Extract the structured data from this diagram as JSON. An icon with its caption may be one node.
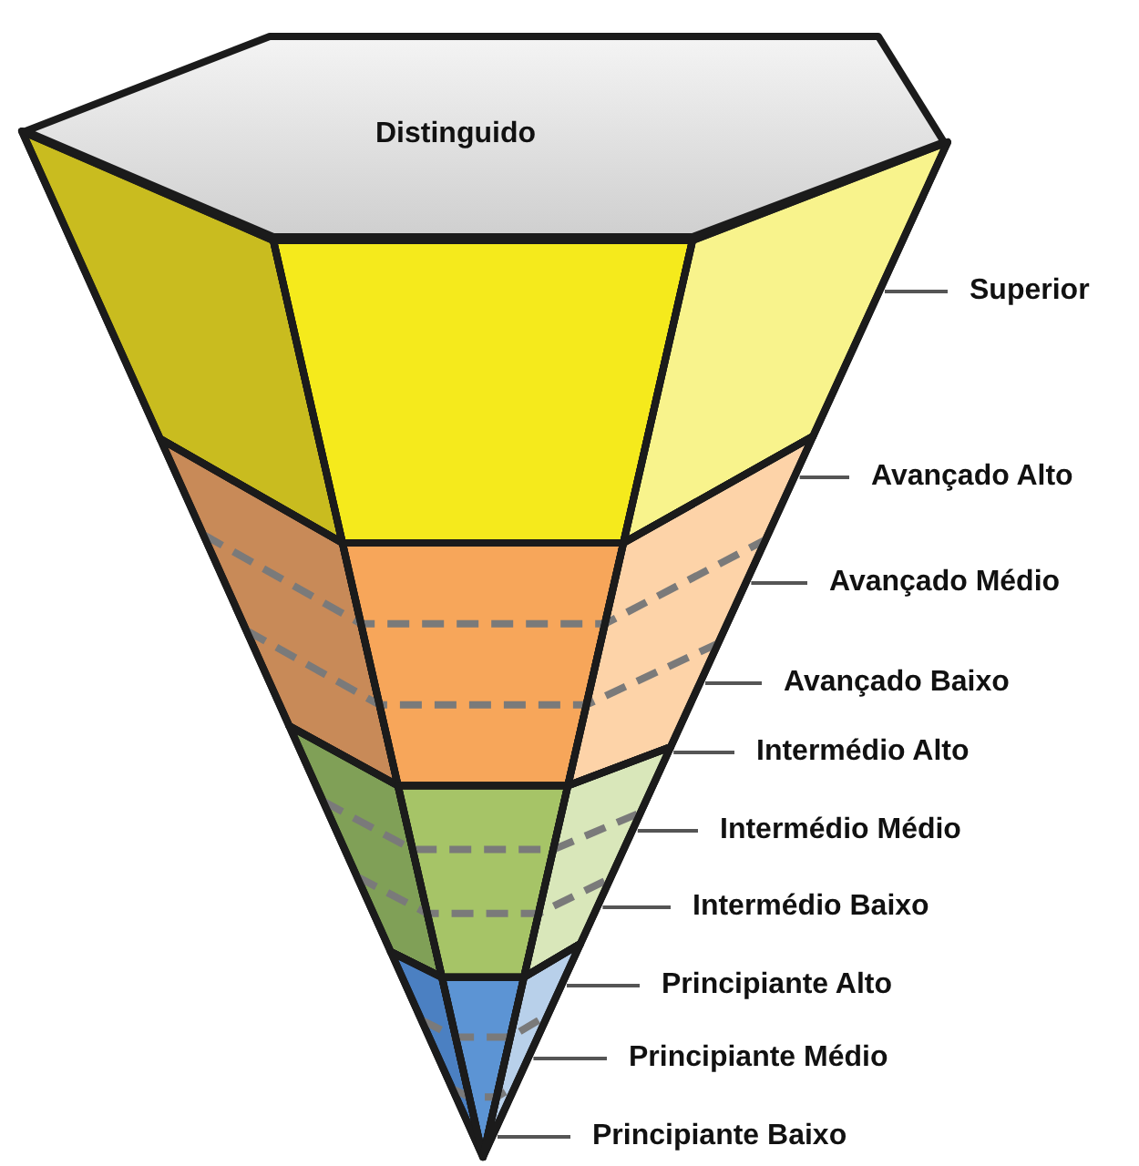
{
  "diagram": {
    "nodes": [
      {
        "text": [
          "Distinguido"
        ]
      },
      {
        "text": [
          "Superior"
        ]
      },
      {
        "text": [
          "Avançado Alto"
        ]
      },
      {
        "text": [
          "Avançado Médio"
        ]
      },
      {
        "text": [
          "Avançado Baixo"
        ]
      },
      {
        "text": [
          "Intermédio Alto"
        ]
      },
      {
        "text": [
          "Intermédio Médio"
        ]
      },
      {
        "text": [
          "Intermédio Baixo"
        ]
      },
      {
        "text": [
          "Principiante Alto"
        ]
      },
      {
        "text": [
          "Principiante Médio"
        ]
      },
      {
        "text": [
          "Principiante Baixo"
        ]
      }
    ],
    "edges": [
      {
        "from": 1,
        "to": null,
        "arrow": "none"
      },
      {
        "from": 2,
        "to": null,
        "arrow": "none"
      },
      {
        "from": 3,
        "to": null,
        "arrow": "none"
      },
      {
        "from": 4,
        "to": null,
        "arrow": "none"
      },
      {
        "from": 5,
        "to": null,
        "arrow": "none"
      },
      {
        "from": 6,
        "to": null,
        "arrow": "none"
      },
      {
        "from": 7,
        "to": null,
        "arrow": "none"
      },
      {
        "from": 8,
        "to": null,
        "arrow": "none"
      },
      {
        "from": 9,
        "to": null,
        "arrow": "none"
      },
      {
        "from": 10,
        "to": null,
        "arrow": "none"
      }
    ]
  }
}
